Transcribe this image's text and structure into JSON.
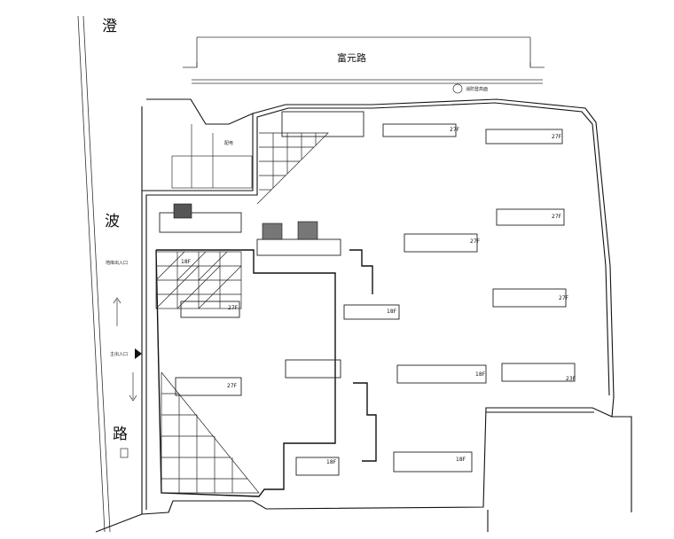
{
  "roads": {
    "top_name": "富元路",
    "left_char_1": "澄",
    "left_char_2": "波",
    "left_char_3": "路",
    "left_note": "地库出入口"
  },
  "labels": {
    "gate_note": "主出入口",
    "top_note": "消防登高面",
    "garage_label": "配电",
    "sign_mark": "▶"
  },
  "buildings": [
    {
      "id": "b1",
      "floors": "27F"
    },
    {
      "id": "b2",
      "floors": "27F"
    },
    {
      "id": "b3",
      "floors": "27F"
    },
    {
      "id": "b4",
      "floors": "27F"
    },
    {
      "id": "b5",
      "floors": "27F"
    },
    {
      "id": "b6",
      "floors": "18F"
    },
    {
      "id": "b7",
      "floors": "18F"
    },
    {
      "id": "b8",
      "floors": "27F"
    },
    {
      "id": "b9",
      "floors": "27F"
    },
    {
      "id": "b10",
      "floors": "18F"
    },
    {
      "id": "b11",
      "floors": "23F"
    },
    {
      "id": "b12",
      "floors": "18F"
    },
    {
      "id": "b13",
      "floors": "18F"
    }
  ],
  "colors": {
    "line": "#111111",
    "thin": "#555555"
  }
}
